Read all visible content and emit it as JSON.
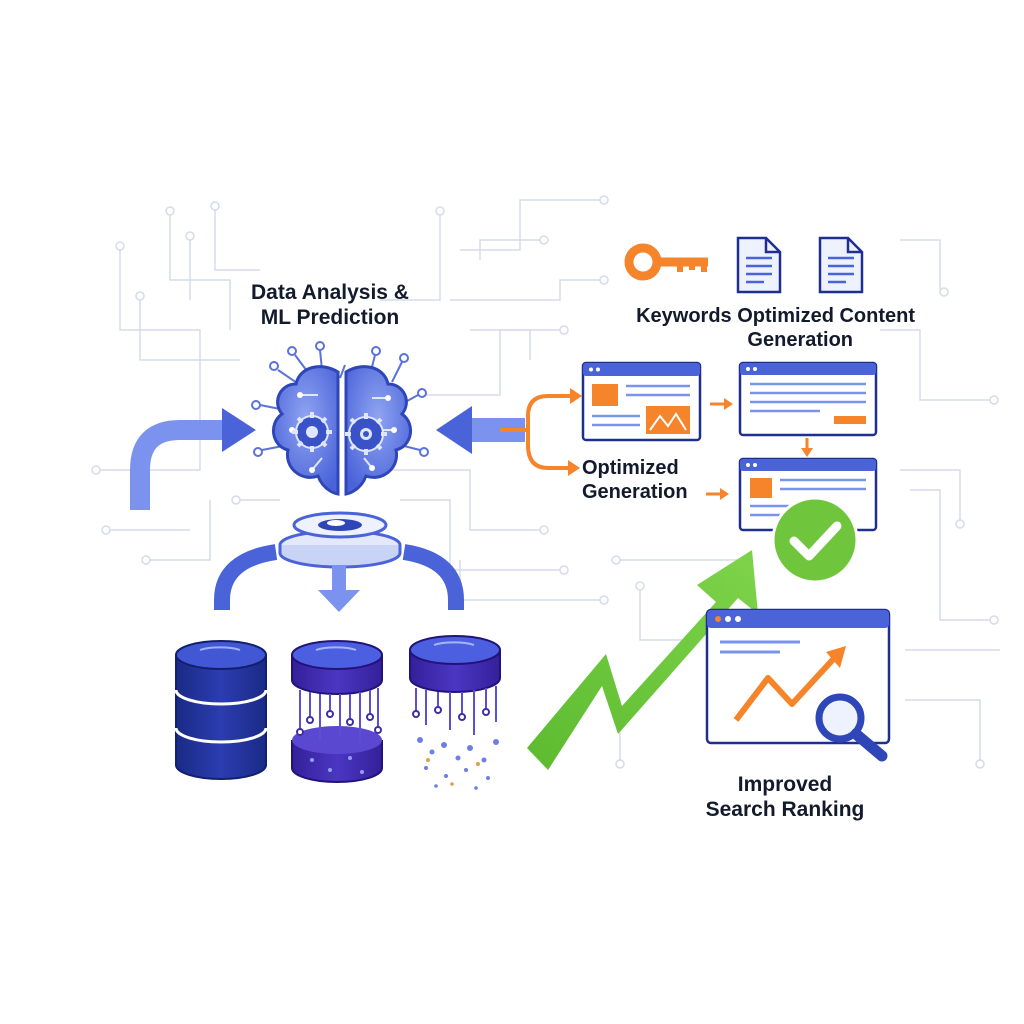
{
  "labels": {
    "analysis": {
      "line1": "Data Analysis &",
      "line2": "ML Prediction"
    },
    "keywords": {
      "line1": "Keywords Optimized Content",
      "line2": "Generation"
    },
    "optimized": {
      "line1": "Optimized",
      "line2": "Generation"
    },
    "ranking": {
      "line1": "Improved",
      "line2": "Search Ranking"
    }
  },
  "colors": {
    "primary_blue": "#4a63d8",
    "light_blue": "#7b93ee",
    "dark_navy": "#1f2f8f",
    "purple": "#3d2fa6",
    "orange": "#f5842a",
    "green": "#6fc63c",
    "circuit_grey": "#d6dbe8"
  },
  "icons": [
    "brain-icon",
    "gear-icon",
    "database-icon",
    "key-icon",
    "document-icon",
    "browser-window-icon",
    "image-icon",
    "check-circle-icon",
    "trend-up-arrow-icon",
    "magnifier-icon"
  ]
}
